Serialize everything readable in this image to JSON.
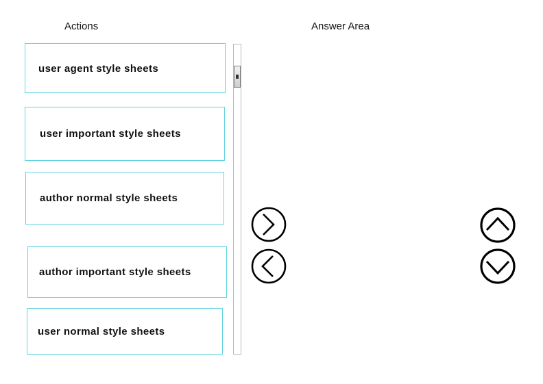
{
  "actions_panel": {
    "heading": "Actions",
    "items": [
      {
        "label": "user agent style sheets"
      },
      {
        "label": "user important style sheets"
      },
      {
        "label": "author normal style sheets"
      },
      {
        "label": "author important style sheets"
      },
      {
        "label": "user normal style sheets"
      }
    ]
  },
  "answer_panel": {
    "heading": "Answer Area",
    "items": []
  },
  "controls": {
    "move_right_icon": "chevron-right-circle",
    "move_left_icon": "chevron-left-circle",
    "move_up_icon": "chevron-up-circle",
    "move_down_icon": "chevron-down-circle"
  },
  "colors": {
    "item_border": "#5fd3e0",
    "text": "#111111",
    "icon_stroke": "#000000"
  }
}
